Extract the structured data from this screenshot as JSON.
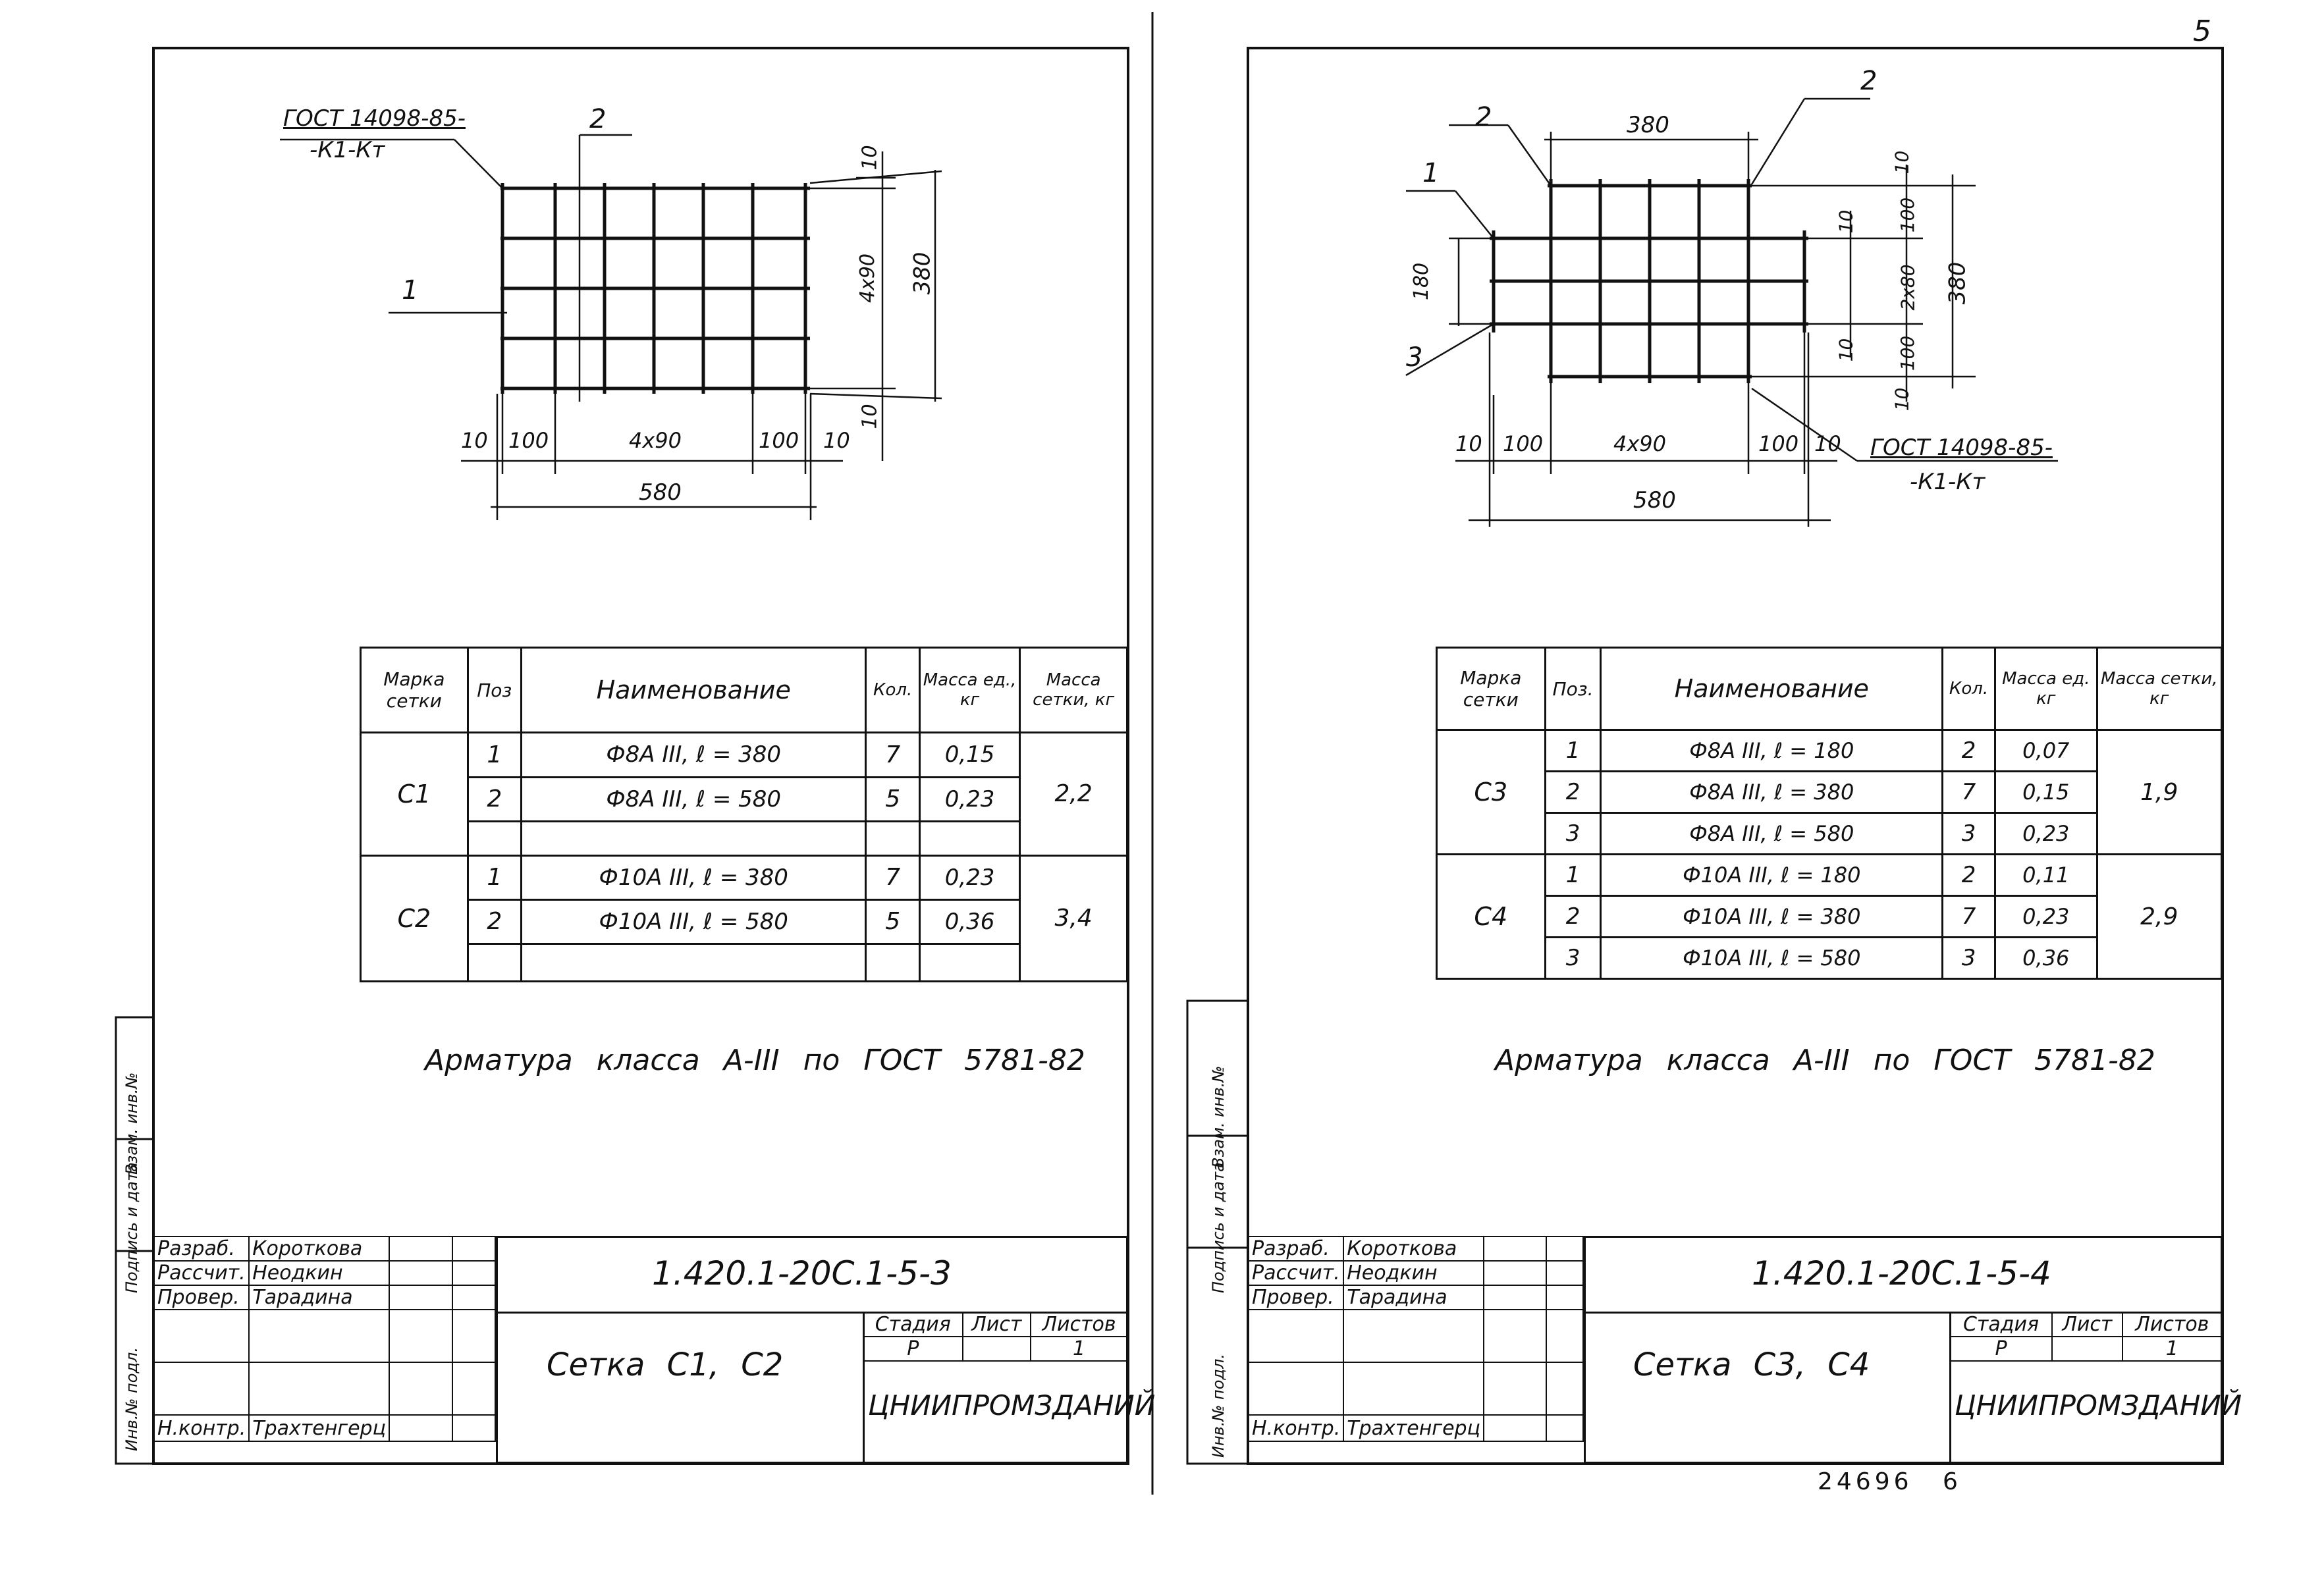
{
  "page_number": "5",
  "bottom_number": "24696",
  "bottom_sheet": "6",
  "left_sheet": {
    "drawing": {
      "gost_line1": "ГОСТ 14098-85-",
      "gost_line2": "-К1-Кт",
      "pos1": "1",
      "pos2": "2",
      "dim_top_10": "10",
      "dim_4x90_v": "4x90",
      "dim_380": "380",
      "dim_bot_10": "10",
      "dim_h_10a": "10",
      "dim_h_100a": "100",
      "dim_h_4x90": "4x90",
      "dim_h_100b": "100",
      "dim_h_10b": "10",
      "dim_580": "580"
    },
    "table": {
      "headers": [
        "Марка сетки",
        "Поз",
        "Наименование",
        "Кол.",
        "Масса ед., кг",
        "Масса сетки, кг"
      ],
      "groups": [
        {
          "mark": "С1",
          "total": "2,2",
          "rows": [
            {
              "pos": "1",
              "name": "Ф8А III, ℓ = 380",
              "qty": "7",
              "mass": "0,15"
            },
            {
              "pos": "2",
              "name": "Ф8А III, ℓ = 580",
              "qty": "5",
              "mass": "0,23"
            }
          ]
        },
        {
          "mark": "С2",
          "total": "3,4",
          "rows": [
            {
              "pos": "1",
              "name": "Ф10А III, ℓ = 380",
              "qty": "7",
              "mass": "0,23"
            },
            {
              "pos": "2",
              "name": "Ф10А III, ℓ = 580",
              "qty": "5",
              "mass": "0,36"
            }
          ]
        }
      ]
    },
    "note": "Арматура класса А-III по ГОСТ 5781-82",
    "title_block": {
      "roles": [
        "Разраб.",
        "Рассчит.",
        "Провер.",
        "",
        "",
        "Н.контр."
      ],
      "names": [
        "Короткова",
        "Неодкин",
        "Тарадина",
        "",
        "",
        "Трахтенгерц"
      ],
      "code": "1.420.1-20С.1-5-3",
      "title": "Сетка С1, С2",
      "stage_label": "Стадия",
      "sheet_label": "Лист",
      "sheets_label": "Листов",
      "stage": "Р",
      "sheets": "1",
      "org": "ЦНИИПРОМЗДАНИЙ"
    },
    "side_stamp": [
      "Инв.№ подл.",
      "Подпись и дата",
      "Взам. инв.№"
    ]
  },
  "right_sheet": {
    "drawing": {
      "pos1": "1",
      "pos2a": "2",
      "pos2b": "2",
      "pos3": "3",
      "dim_380_top": "380",
      "dim_180": "180",
      "dim_10a": "10",
      "dim_100a": "100",
      "dim_2x80": "2x80",
      "dim_100b": "100",
      "dim_10b": "10",
      "dim_10c": "10",
      "dim_10d": "10",
      "dim_380_v": "380",
      "dim_h_10a": "10",
      "dim_h_100a": "100",
      "dim_h_4x90": "4x90",
      "dim_h_100b": "100",
      "dim_h_10b": "10",
      "dim_580": "580",
      "gost_line1": "ГОСТ 14098-85-",
      "gost_line2": "-К1-Кт"
    },
    "table": {
      "headers": [
        "Марка сетки",
        "Поз.",
        "Наименование",
        "Кол.",
        "Масса ед. кг",
        "Масса сетки, кг"
      ],
      "groups": [
        {
          "mark": "С3",
          "total": "1,9",
          "rows": [
            {
              "pos": "1",
              "name": "Ф8А III, ℓ = 180",
              "qty": "2",
              "mass": "0,07"
            },
            {
              "pos": "2",
              "name": "Ф8А III, ℓ = 380",
              "qty": "7",
              "mass": "0,15"
            },
            {
              "pos": "3",
              "name": "Ф8А III, ℓ = 580",
              "qty": "3",
              "mass": "0,23"
            }
          ]
        },
        {
          "mark": "С4",
          "total": "2,9",
          "rows": [
            {
              "pos": "1",
              "name": "Ф10А III, ℓ = 180",
              "qty": "2",
              "mass": "0,11"
            },
            {
              "pos": "2",
              "name": "Ф10А III, ℓ = 380",
              "qty": "7",
              "mass": "0,23"
            },
            {
              "pos": "3",
              "name": "Ф10А III, ℓ = 580",
              "qty": "3",
              "mass": "0,36"
            }
          ]
        }
      ]
    },
    "note": "Арматура класса А-III по ГОСТ 5781-82",
    "title_block": {
      "roles": [
        "Разраб.",
        "Рассчит.",
        "Провер.",
        "",
        "",
        "Н.контр."
      ],
      "names": [
        "Короткова",
        "Неодкин",
        "Тарадина",
        "",
        "",
        "Трахтенгерц"
      ],
      "code": "1.420.1-20С.1-5-4",
      "title": "Сетка С3, С4",
      "stage_label": "Стадия",
      "sheet_label": "Лист",
      "sheets_label": "Листов",
      "stage": "Р",
      "sheets": "1",
      "org": "ЦНИИПРОМЗДАНИЙ"
    },
    "side_stamp": [
      "Инв.№ подл.",
      "Подпись и дата",
      "Взам. инв.№"
    ]
  }
}
